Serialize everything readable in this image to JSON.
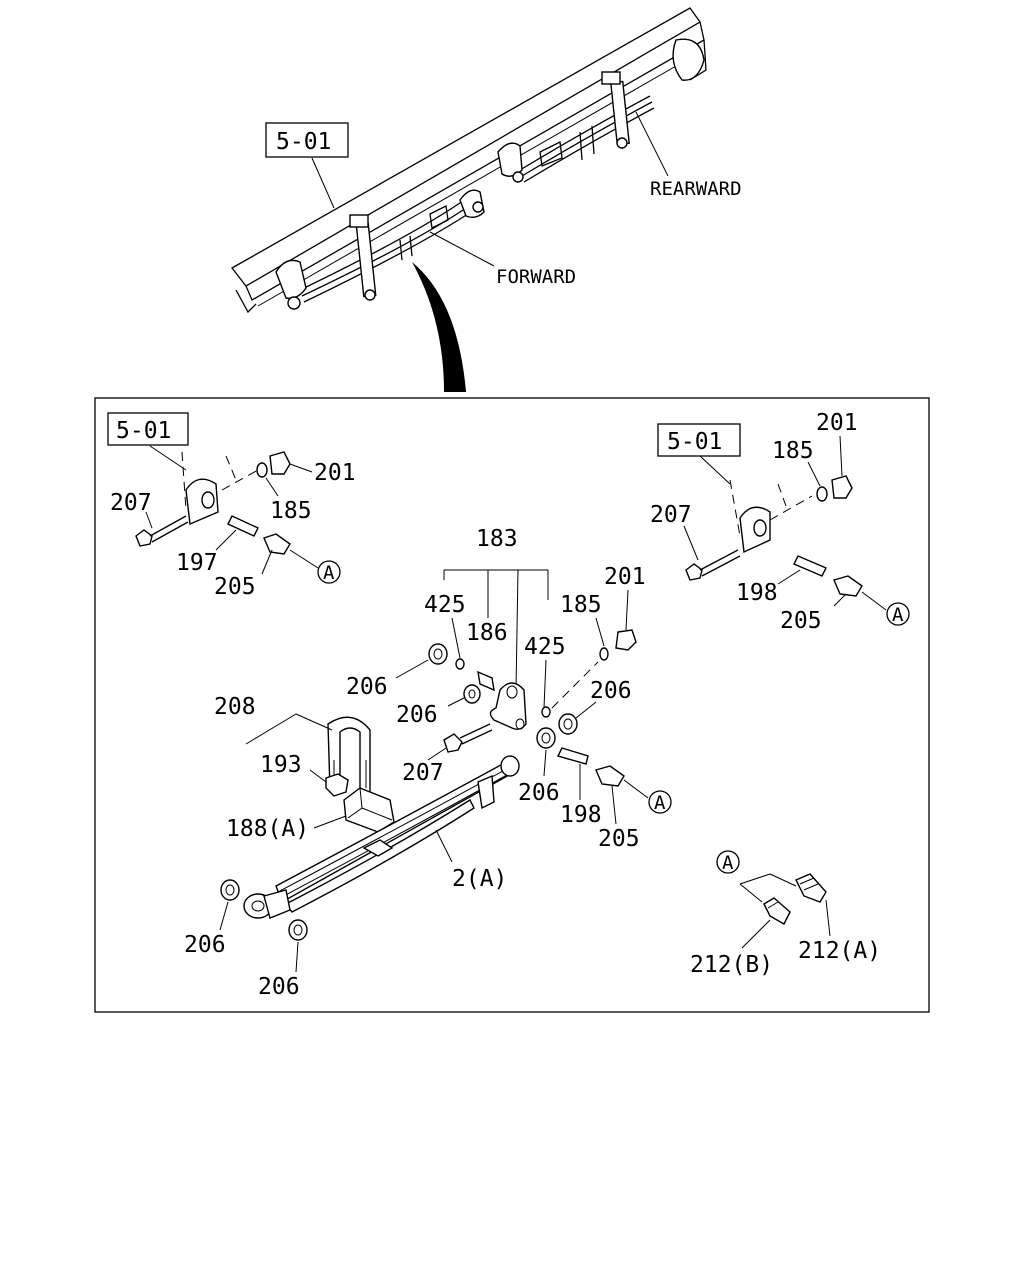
{
  "overview": {
    "frame_ref": "5-01",
    "forward": "FORWARD",
    "rearward": "REARWARD"
  },
  "detail": {
    "left_bracket": {
      "frame_ref": "5-01",
      "bolt": "207",
      "pin": "197",
      "grease_nipple": "205",
      "washer": "185",
      "nut": "201",
      "ref": "A"
    },
    "right_bracket": {
      "frame_ref": "5-01",
      "bolt": "207",
      "pin": "198",
      "grease_nipple": "205",
      "washer": "185",
      "nut": "201",
      "ref": "A"
    },
    "shackle": {
      "assembly": "183",
      "washer_left": "425",
      "bushing": "186",
      "washer_right": "425",
      "washer": "185",
      "nut": "201",
      "bush_upper_left": "206",
      "bush_mid_left": "206",
      "bush_right": "206",
      "bush_lower": "206",
      "bolt": "207",
      "pin": "198",
      "grease_nipple": "205",
      "ref": "A"
    },
    "spring": {
      "u_bolt": "208",
      "u_bolt_nut": "193",
      "spacer": "188(A)",
      "leaf_spring": "2(A)",
      "eye_bush_left": "206",
      "eye_bush_right": "206"
    },
    "nipple_callout": {
      "ref": "A",
      "nipple_b": "212(B)",
      "nipple_a": "212(A)"
    }
  }
}
